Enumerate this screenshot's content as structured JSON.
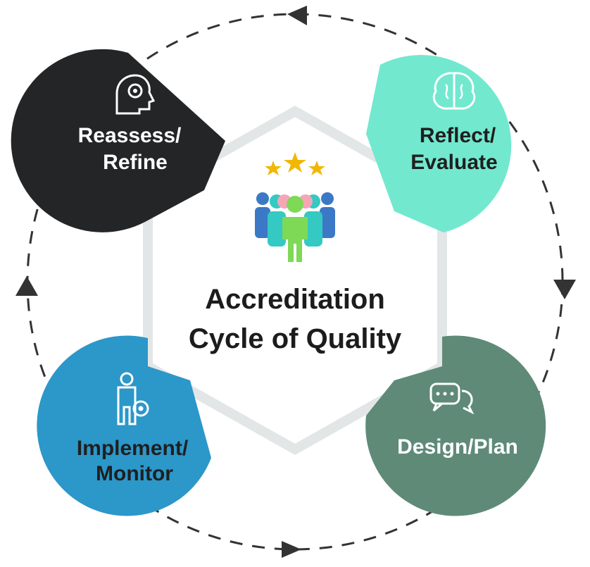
{
  "diagram": {
    "center_title_line1": "Accreditation",
    "center_title_line2": "Cycle of Quality",
    "nodes": {
      "reassess": {
        "line1": "Reassess/",
        "line2": "Refine",
        "color": "#232526",
        "text_color": "#ffffff",
        "icon": "head-gear-icon"
      },
      "reflect": {
        "line1": "Reflect/",
        "line2": "Evaluate",
        "color": "#72e8cf",
        "text_color": "#1f1f1f",
        "icon": "brain-icon"
      },
      "design": {
        "line1": "Design/Plan",
        "line2": "",
        "color": "#5f8a78",
        "text_color": "#ffffff",
        "icon": "chat-bubbles-icon"
      },
      "implement": {
        "line1": "Implement/",
        "line2": "Monitor",
        "color": "#2c97c9",
        "text_color": "#1f1f1f",
        "icon": "person-gear-icon"
      }
    },
    "people_colors": [
      "#3b79c7",
      "#2ea0d6",
      "#34c9c2",
      "#7ed957",
      "#f4a6b7",
      "#7b5ea7",
      "#3cb371"
    ],
    "star_color": "#f2b705",
    "cycle_arrow_color": "#333333"
  }
}
